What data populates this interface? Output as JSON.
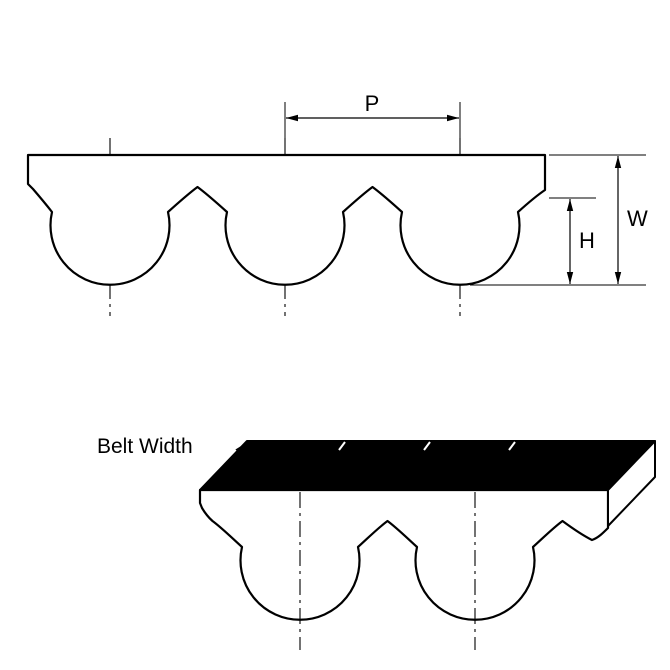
{
  "diagram": {
    "labels": {
      "pitch": "P",
      "belt_thickness": "W",
      "tooth_height": "H",
      "belt_width": "Belt Width"
    },
    "colors": {
      "line": "#000000",
      "belt_fill": "#ffffff",
      "top_face": "#000000",
      "background": "#ffffff"
    }
  }
}
